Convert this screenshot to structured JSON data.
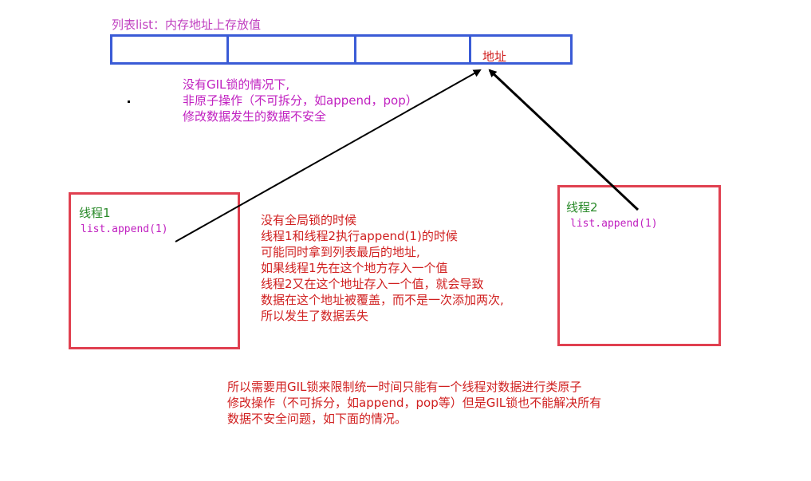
{
  "title": "列表list：内存地址上存放值",
  "list": {
    "last_cell_label": "地址"
  },
  "note_top": {
    "lines": [
      "没有GIL锁的情况下,",
      "非原子操作（不可拆分，如append，pop）",
      "修改数据发生的数据不安全"
    ]
  },
  "thread1": {
    "title": "线程1",
    "code": "list.append(1)"
  },
  "thread2": {
    "title": "线程2",
    "code": "list.append(1)"
  },
  "note_middle": {
    "lines": [
      "没有全局锁的时候",
      "线程1和线程2执行append(1)的时候",
      "可能同时拿到列表最后的地址,",
      "如果线程1先在这个地方存入一个值",
      "线程2又在这个地址存入一个值，就会导致",
      "数据在这个地址被覆盖，而不是一次添加两次,",
      "所以发生了数据丢失"
    ]
  },
  "note_bottom": {
    "lines": [
      "所以需要用GIL锁来限制统一时间只能有一个线程对数据进行类原子",
      "修改操作（不可拆分，如append，pop等）但是GIL锁也不能解决所有",
      "数据不安全问题，如下面的情况。"
    ]
  },
  "colors": {
    "list_border": "#3a5bd6",
    "thread_border": "#e04050",
    "magenta_text": "#c020c0",
    "red_text": "#d02020",
    "green_text": "#2a8a2a"
  }
}
